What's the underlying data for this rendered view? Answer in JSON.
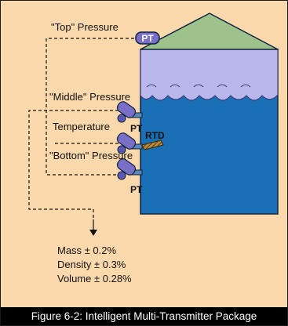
{
  "labels": {
    "top_pressure": "\"Top\" Pressure",
    "middle_pressure": "\"Middle\" Pressure",
    "temperature": "Temperature",
    "bottom_pressure": "\"Bottom\" Pressure",
    "pt": "PT",
    "rtd": "RTD"
  },
  "stats": [
    {
      "name": "Mass",
      "accuracy": "± 0.2%"
    },
    {
      "name": "Density",
      "accuracy": "± 0.3%"
    },
    {
      "name": "Volume",
      "accuracy": "± 0.28%"
    }
  ],
  "caption": "Figure 6-2: Intelligent Multi-Transmitter Package",
  "colors": {
    "background": "#fbd9ad",
    "tank_body": "#1a6fb5",
    "tank_gas_space": "#b9b8ec",
    "tank_roof": "#9dc28c",
    "transmitter": "#7a6fc6",
    "caption_bar": "#000000",
    "caption_text": "#ffffff"
  },
  "icons": [
    "pressure-transmitter-icon",
    "rtd-probe-icon",
    "arrow-down-icon"
  ]
}
